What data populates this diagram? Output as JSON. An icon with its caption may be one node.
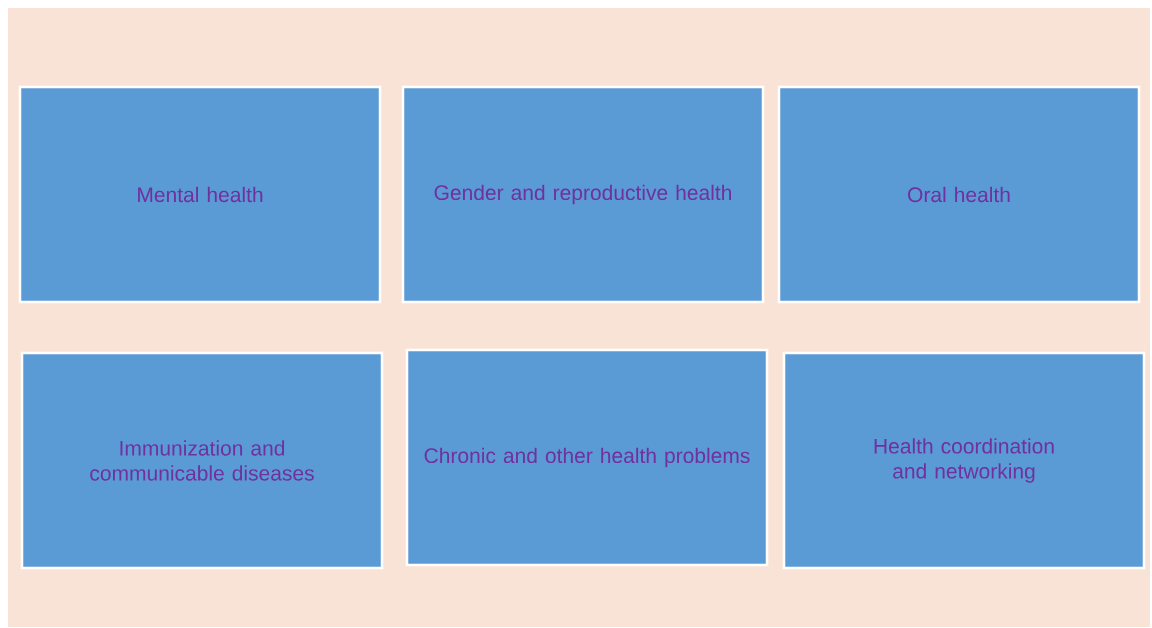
{
  "diagram": {
    "nodes": [
      {
        "text": [
          "Mental health"
        ]
      },
      {
        "text": [
          "Gender and reproductive health"
        ]
      },
      {
        "text": [
          "Oral health"
        ]
      },
      {
        "text": [
          "Immunization and communicable diseases"
        ]
      },
      {
        "text": [
          "Chronic and other health problems"
        ]
      },
      {
        "text": [
          "Health coordination and networking"
        ]
      }
    ]
  }
}
